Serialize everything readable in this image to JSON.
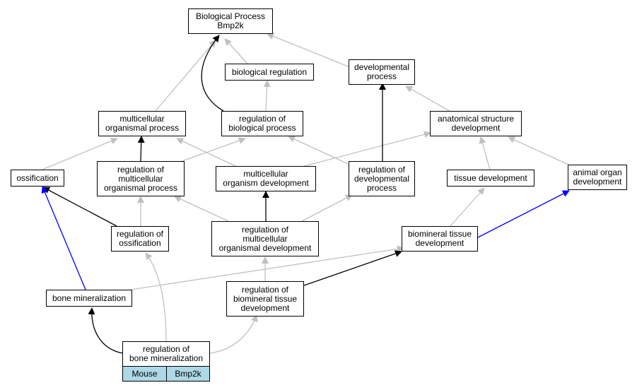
{
  "graph_title": "Biological Process\nBmp2k",
  "colors": {
    "is_a": "#c0c0c0",
    "part_of": "#000000",
    "regulates": "#0000ff",
    "tag_bg": "#add8e6"
  },
  "nodes": {
    "bp_root": "Biological Process\nBmp2k",
    "bio_reg": "biological regulation",
    "dev_proc": "developmental\nprocess",
    "multi_proc": "multicellular\norganismal process",
    "reg_bio": "regulation of\nbiological process",
    "anat_dev": "anatomical structure\ndevelopment",
    "ossification": "ossification",
    "reg_multi_proc": "regulation of\nmulticellular\norganismal process",
    "multi_org_dev": "multicellular\norganism development",
    "reg_dev_proc": "regulation of\ndevelopmental\nprocess",
    "tissue_dev": "tissue development",
    "animal_organ_dev": "animal organ\ndevelopment",
    "reg_ossification": "regulation of\nossification",
    "reg_multi_dev": "regulation of\nmulticellular\norganismal development",
    "biomin_tissue_dev": "biomineral tissue\ndevelopment",
    "bone_min": "bone mineralization",
    "reg_biomin_dev": "regulation of\nbiomineral tissue\ndevelopment",
    "reg_bone_min": "regulation of\nbone mineralization"
  },
  "tags": {
    "species": "Mouse",
    "gene": "Bmp2k"
  }
}
